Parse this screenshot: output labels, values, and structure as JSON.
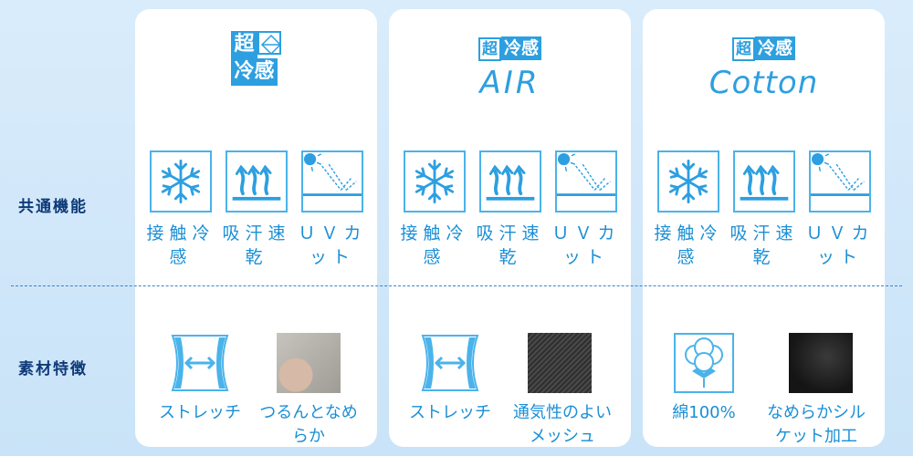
{
  "rows": {
    "common": "共通機能",
    "material": "素材特徴"
  },
  "cards": [
    {
      "logo": {
        "line1": "超",
        "line2": "冷感",
        "sub": ""
      },
      "features": [
        {
          "label": "接触冷感",
          "icon": "snowflake-icon"
        },
        {
          "label": "吸汗速乾",
          "icon": "moisture-wicking-icon"
        },
        {
          "label": "ＵＶカット",
          "icon": "uv-cut-icon"
        }
      ],
      "materials": [
        {
          "label": "ストレッチ",
          "icon": "stretch-icon"
        },
        {
          "label": "つるんとなめらか",
          "icon": "smooth-fabric-photo"
        }
      ]
    },
    {
      "logo": {
        "badge1": "超",
        "badge2": "冷感",
        "sub": "AIR"
      },
      "features": [
        {
          "label": "接触冷感",
          "icon": "snowflake-icon"
        },
        {
          "label": "吸汗速乾",
          "icon": "moisture-wicking-icon"
        },
        {
          "label": "ＵＶカット",
          "icon": "uv-cut-icon"
        }
      ],
      "materials": [
        {
          "label": "ストレッチ",
          "icon": "stretch-icon"
        },
        {
          "label": "通気性のよいメッシュ",
          "icon": "mesh-fabric-photo"
        }
      ]
    },
    {
      "logo": {
        "badge1": "超",
        "badge2": "冷感",
        "sub": "Cotton"
      },
      "features": [
        {
          "label": "接触冷感",
          "icon": "snowflake-icon"
        },
        {
          "label": "吸汗速乾",
          "icon": "moisture-wicking-icon"
        },
        {
          "label": "ＵＶカット",
          "icon": "uv-cut-icon"
        }
      ],
      "materials": [
        {
          "label": "綿100%",
          "icon": "cotton-icon"
        },
        {
          "label": "なめらかシルケット加工",
          "icon": "silket-fabric-photo"
        }
      ]
    }
  ],
  "colors": {
    "accent": "#2d9fe0",
    "label": "#1a8fd6",
    "rowLabel": "#0e3a78"
  }
}
